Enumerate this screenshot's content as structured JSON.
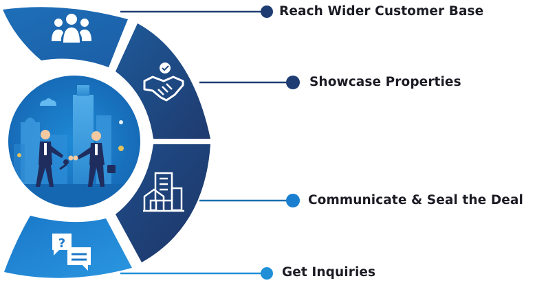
{
  "colors": {
    "navy": "#1f3d73",
    "mid_blue": "#1a6fb0",
    "light_blue": "#1f8fd8",
    "text": "#1b1b24"
  },
  "steps": [
    {
      "label": "Reach Wider Customer Base",
      "icon": "users-group-icon",
      "dot_color": "#1f3d73"
    },
    {
      "label": "Showcase Properties",
      "icon": "handshake-check-icon",
      "dot_color": "#1f3d73"
    },
    {
      "label": "Communicate & Seal the Deal",
      "icon": "buildings-icon",
      "dot_color": "#1a7fd0"
    },
    {
      "label": "Get Inquiries",
      "icon": "chat-question-icon",
      "dot_color": "#1f8fd8"
    }
  ],
  "center": {
    "illustration": "business-handshake-illustration"
  }
}
